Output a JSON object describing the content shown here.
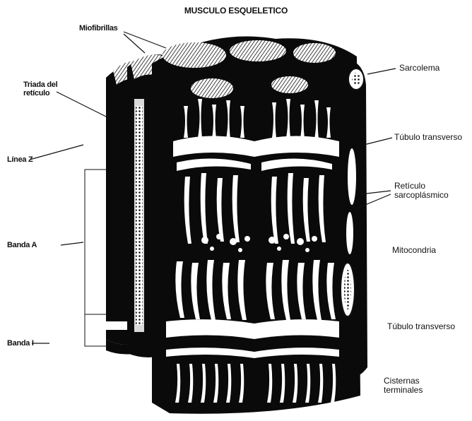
{
  "title": "MUSCULO ESQUELETICO",
  "labels": {
    "miofibrillas": "Miofibrillas",
    "triada": "Triada del\nretículo",
    "linea_z": "Línea Z",
    "banda_a": "Banda A",
    "banda_i": "Banda I",
    "sarcolema": "Sarcolema",
    "tubulo_transverso_top": "Túbulo transverso",
    "reticulo": "Retículo\nsarcoplásmico",
    "mitocondria": "Mitocondria",
    "tubulo_transverso_bottom": "Túbulo transverso",
    "cisternas": "Cisternas\nterminales"
  },
  "colors": {
    "ink": "#0a0a0a",
    "paper": "#ffffff",
    "mid": "#555555"
  }
}
